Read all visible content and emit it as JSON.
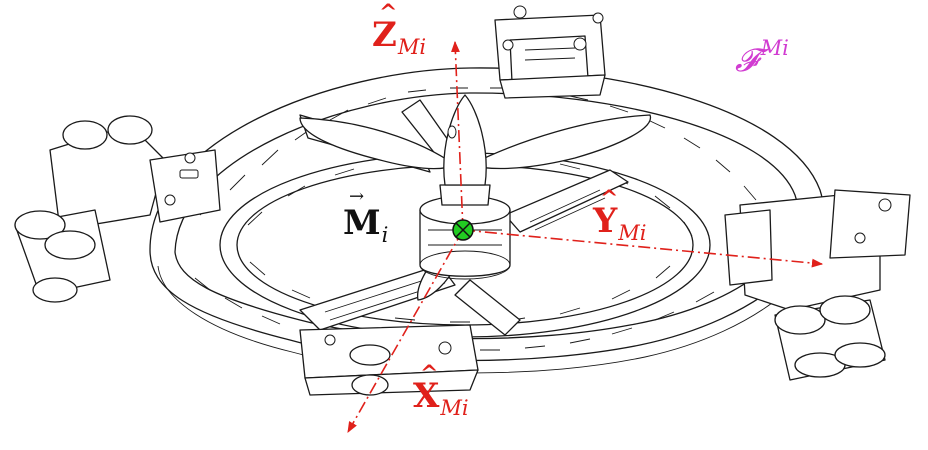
{
  "labels": {
    "z_axis": {
      "symbol": "Z",
      "hat": "^",
      "subscript": "M",
      "subscript_index": "i"
    },
    "y_axis": {
      "symbol": "Y",
      "hat": "^",
      "subscript": "M",
      "subscript_index": "i"
    },
    "x_axis": {
      "symbol": "X",
      "hat": "^",
      "subscript": "M",
      "subscript_index": "i"
    },
    "origin": {
      "symbol": "M",
      "vector": "→",
      "subscript": "i"
    },
    "frame": {
      "symbol": "𝓕",
      "superscript": "M",
      "superscript_index": "i"
    }
  },
  "colors": {
    "axis": "#e0211b",
    "frame_label": "#d13cd1",
    "origin_marker": "#22cc22",
    "line_art": "#1a1a1a"
  }
}
